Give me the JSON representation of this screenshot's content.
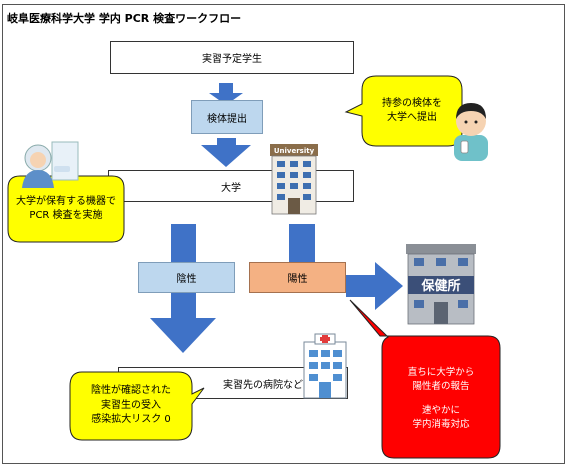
{
  "title": "岐阜医療科学大学 学内 PCR 検査ワークフロー",
  "nodes": {
    "student": "実習予定学生",
    "specimen": "検体提出",
    "university": "大学",
    "negative": "陰性",
    "positive": "陽性",
    "hospital": "実習先の病院など"
  },
  "callouts": {
    "bring": [
      "持参の検体を",
      "大学へ提出"
    ],
    "pcr": [
      "大学が保有する機器で",
      "PCR 検査を実施"
    ],
    "risk": [
      "陰性が確認された",
      "実習生の受入",
      "感染拡大リスク 0"
    ],
    "report": [
      "直ちに大学から",
      "陽性者の報告"
    ],
    "disinfect": [
      "速やかに",
      "学内消毒対応"
    ]
  },
  "signs": {
    "university_building": "University",
    "health_center": "保健所"
  },
  "colors": {
    "arrow": "#3f72c7",
    "negative_fill": "#bdd7ee",
    "positive_fill": "#f4b183",
    "specimen_fill": "#bdd7ee",
    "callout_yellow": "#ffff00",
    "callout_red": "#ff0000"
  },
  "icons": [
    "person-icon",
    "lab-worker-icon",
    "university-building-icon",
    "health-center-icon",
    "hospital-icon"
  ]
}
